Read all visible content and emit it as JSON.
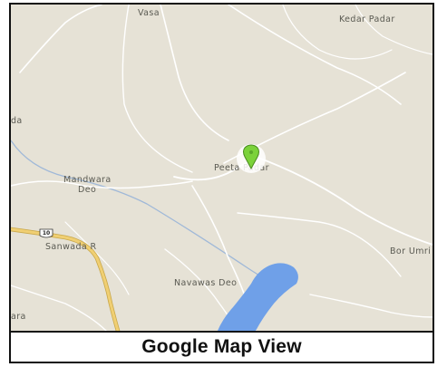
{
  "map": {
    "places": {
      "vasa": "Vasa",
      "kedar_padar": "Kedar Padar",
      "da": "da",
      "peeta_padar": "Peeta Padar",
      "mandwara_deo_line1": "Mandwara",
      "mandwara_deo_line2": "Deo",
      "sanwada_r": "Sanwada R",
      "bor_umri": "Bor Umri",
      "navawas_deo": "Navawas Deo",
      "para": "ara"
    },
    "highway_shield": "10",
    "marker": {
      "icon": "map-pin-icon",
      "color": "#7bd23a"
    },
    "colors": {
      "land": "#e6e2d6",
      "road": "#ffffff",
      "highway": "#f0cf73",
      "water": "#6fa0e8",
      "stream": "#9fb8d8"
    }
  },
  "caption": "Google Map View"
}
